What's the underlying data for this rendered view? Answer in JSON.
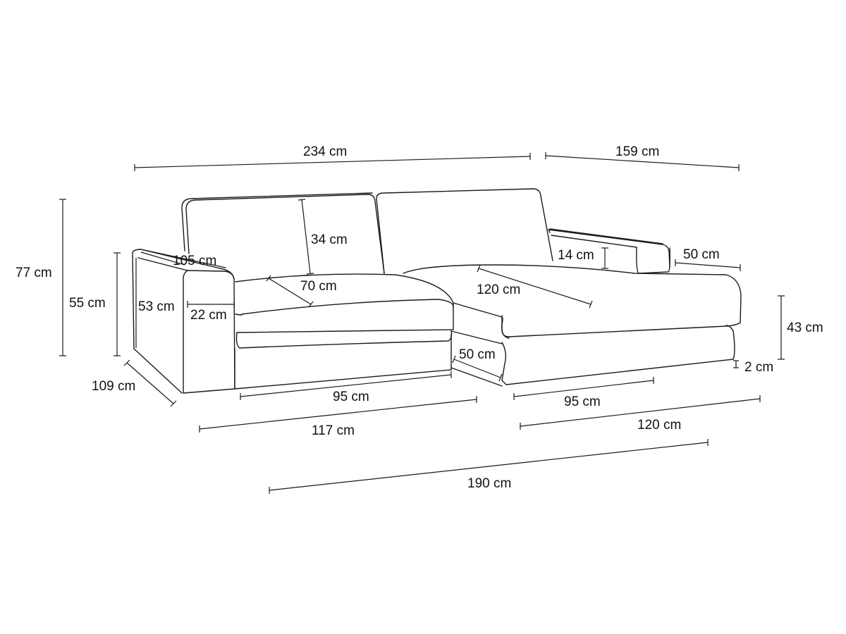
{
  "dimensions": {
    "width_left": "234 cm",
    "width_right": "159 cm",
    "total_height": "77 cm",
    "arm_height": "55 cm",
    "inner_arm_height": "53 cm",
    "arm_length": "105 cm",
    "arm_width": "22 cm",
    "depth": "109 cm",
    "back_cushion_height": "34 cm",
    "seat_depth": "70 cm",
    "chaise_seat_length": "120 cm",
    "chaise_arm_height": "14 cm",
    "chaise_arm_length": "50 cm",
    "chaise_front_width": "50 cm",
    "seat_height": "43 cm",
    "foot_height": "2 cm",
    "seat_width_left": "95 cm",
    "seat_width_right": "95 cm",
    "base_left": "117 cm",
    "base_right": "120 cm",
    "total_length": "190 cm"
  }
}
